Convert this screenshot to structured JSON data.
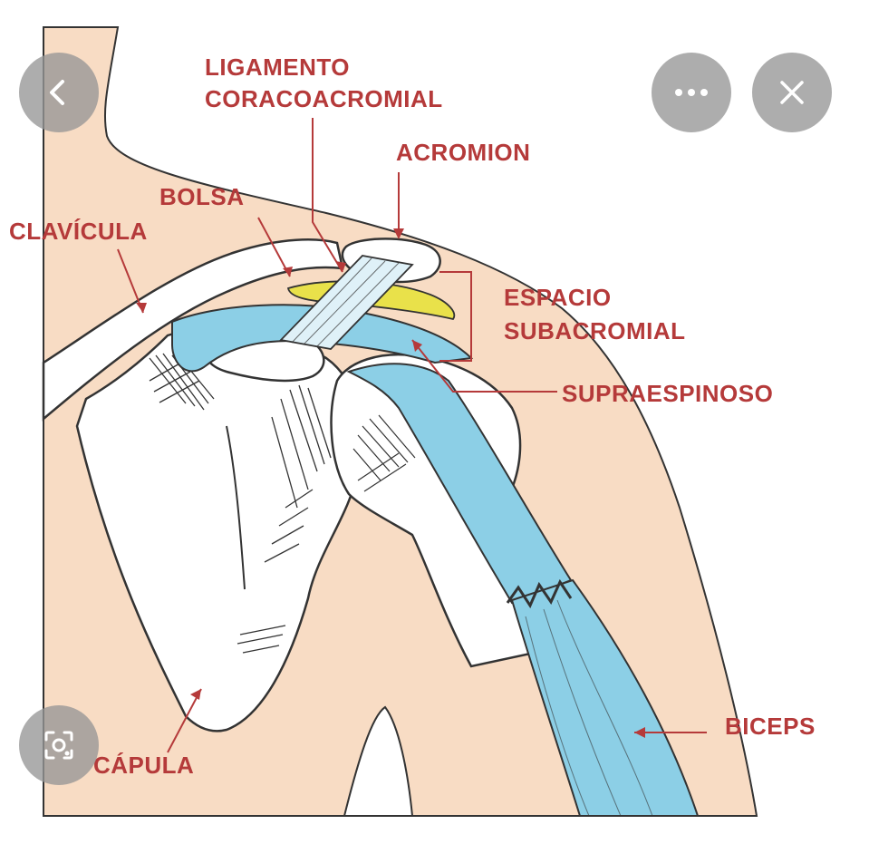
{
  "figure": {
    "labels": {
      "ligamento_line1": "LIGAMENTO",
      "ligamento_line2": "CORACOACROMIAL",
      "acromion": "ACROMION",
      "bolsa": "BOLSA",
      "clavicula": "CLAVÍCULA",
      "espacio_line1": "ESPACIO",
      "espacio_line2": "SUBACROMIAL",
      "supraespinoso": "SUPRAESPINOSO",
      "biceps": "BICEPS",
      "escapula": "CÁPULA"
    },
    "colors": {
      "skin": "#f8dcc4",
      "tendon": "#8ccfe6",
      "bursa": "#e9e14a",
      "bone": "#ffffff",
      "label": "#b53a3a"
    }
  },
  "controls": {
    "back_icon": "chevron-left-icon",
    "more_icon": "more-horizontal-icon",
    "close_icon": "close-icon",
    "lens_icon": "visual-search-icon"
  }
}
